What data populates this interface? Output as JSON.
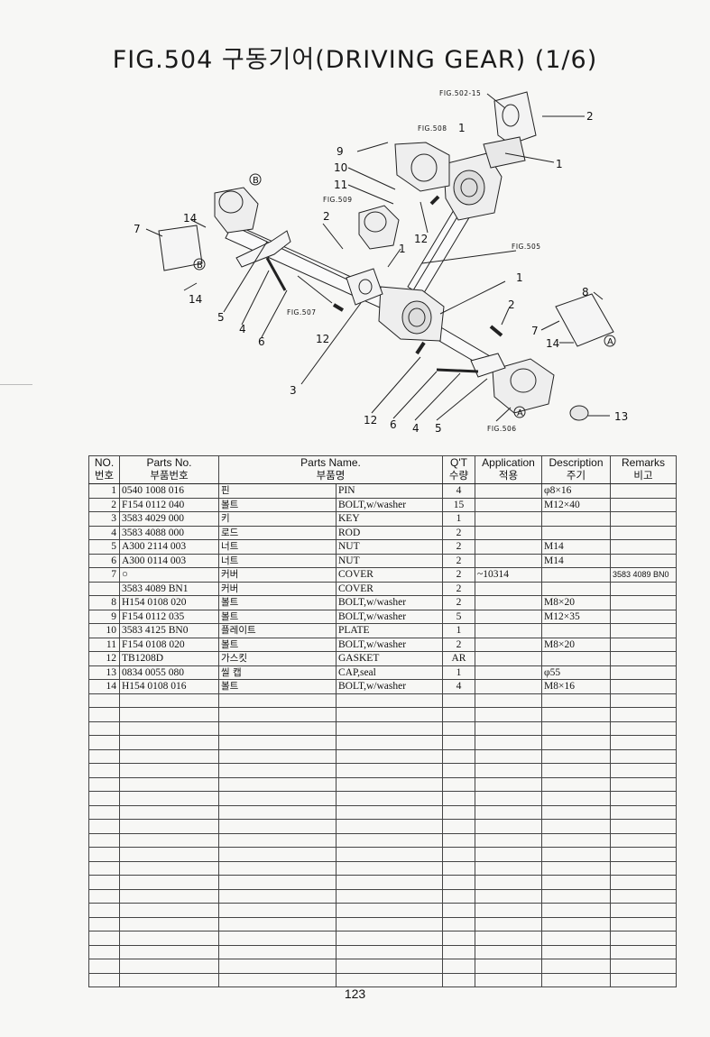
{
  "title": "FIG.504 구동기어(DRIVING GEAR) (1/6)",
  "diagram": {
    "fig_refs": [
      "FIG.502-15",
      "FIG.508",
      "FIG.509",
      "FIG.505",
      "FIG.507",
      "FIG.506"
    ],
    "callouts": [
      "1",
      "1",
      "1",
      "1",
      "2",
      "2",
      "2",
      "3",
      "4",
      "4",
      "5",
      "5",
      "6",
      "6",
      "7",
      "7",
      "8",
      "9",
      "10",
      "11",
      "12",
      "12",
      "12",
      "13",
      "14",
      "14",
      "14"
    ],
    "section_marks": [
      "B",
      "B",
      "A",
      "A"
    ]
  },
  "table": {
    "headers": [
      {
        "en": "NO.",
        "ko": "번호"
      },
      {
        "en": "Parts No.",
        "ko": "부품번호"
      },
      {
        "en": "Parts Name.",
        "ko": "부품명"
      },
      {
        "en": "Q'T",
        "ko": "수량"
      },
      {
        "en": "Application",
        "ko": "적용"
      },
      {
        "en": "Description",
        "ko": "주기"
      },
      {
        "en": "Remarks",
        "ko": "비고"
      }
    ],
    "rows": [
      {
        "no": "1",
        "part_no": "0540 1008 016",
        "name_ko": "핀",
        "name_en": "PIN",
        "qty": "4",
        "application": "",
        "description": "φ8×16",
        "remarks": ""
      },
      {
        "no": "2",
        "part_no": "F154 0112 040",
        "name_ko": "볼트",
        "name_en": "BOLT,w/washer",
        "qty": "15",
        "application": "",
        "description": "M12×40",
        "remarks": ""
      },
      {
        "no": "3",
        "part_no": "3583 4029 000",
        "name_ko": "키",
        "name_en": "KEY",
        "qty": "1",
        "application": "",
        "description": "",
        "remarks": ""
      },
      {
        "no": "4",
        "part_no": "3583 4088 000",
        "name_ko": "로드",
        "name_en": "ROD",
        "qty": "2",
        "application": "",
        "description": "",
        "remarks": ""
      },
      {
        "no": "5",
        "part_no": "A300 2114 003",
        "name_ko": "너트",
        "name_en": "NUT",
        "qty": "2",
        "application": "",
        "description": "M14",
        "remarks": ""
      },
      {
        "no": "6",
        "part_no": "A300 0114 003",
        "name_ko": "너트",
        "name_en": "NUT",
        "qty": "2",
        "application": "",
        "description": "M14",
        "remarks": ""
      },
      {
        "no": "7",
        "part_no": "○",
        "name_ko": "커버",
        "name_en": "COVER",
        "qty": "2",
        "application": "~10314",
        "description": "",
        "remarks": "3583 4089 BN0"
      },
      {
        "no": "",
        "part_no": "3583 4089 BN1",
        "name_ko": "커버",
        "name_en": "COVER",
        "qty": "2",
        "application": "",
        "description": "",
        "remarks": ""
      },
      {
        "no": "8",
        "part_no": "H154 0108 020",
        "name_ko": "볼트",
        "name_en": "BOLT,w/washer",
        "qty": "2",
        "application": "",
        "description": "M8×20",
        "remarks": ""
      },
      {
        "no": "9",
        "part_no": "F154 0112 035",
        "name_ko": "볼트",
        "name_en": "BOLT,w/washer",
        "qty": "5",
        "application": "",
        "description": "M12×35",
        "remarks": ""
      },
      {
        "no": "10",
        "part_no": "3583 4125 BN0",
        "name_ko": "플레이트",
        "name_en": "PLATE",
        "qty": "1",
        "application": "",
        "description": "",
        "remarks": ""
      },
      {
        "no": "11",
        "part_no": "F154 0108 020",
        "name_ko": "볼트",
        "name_en": "BOLT,w/washer",
        "qty": "2",
        "application": "",
        "description": "M8×20",
        "remarks": ""
      },
      {
        "no": "12",
        "part_no": "TB1208D",
        "name_ko": "가스킷",
        "name_en": "GASKET",
        "qty": "AR",
        "application": "",
        "description": "",
        "remarks": ""
      },
      {
        "no": "13",
        "part_no": "0834 0055 080",
        "name_ko": "씰 캡",
        "name_en": "CAP,seal",
        "qty": "1",
        "application": "",
        "description": "φ55",
        "remarks": ""
      },
      {
        "no": "14",
        "part_no": "H154 0108 016",
        "name_ko": "볼트",
        "name_en": "BOLT,w/washer",
        "qty": "4",
        "application": "",
        "description": "M8×16",
        "remarks": ""
      }
    ]
  },
  "page_number": "123",
  "colors": {
    "ink": "#111111",
    "paper": "#f7f7f5",
    "rule": "#444444"
  }
}
